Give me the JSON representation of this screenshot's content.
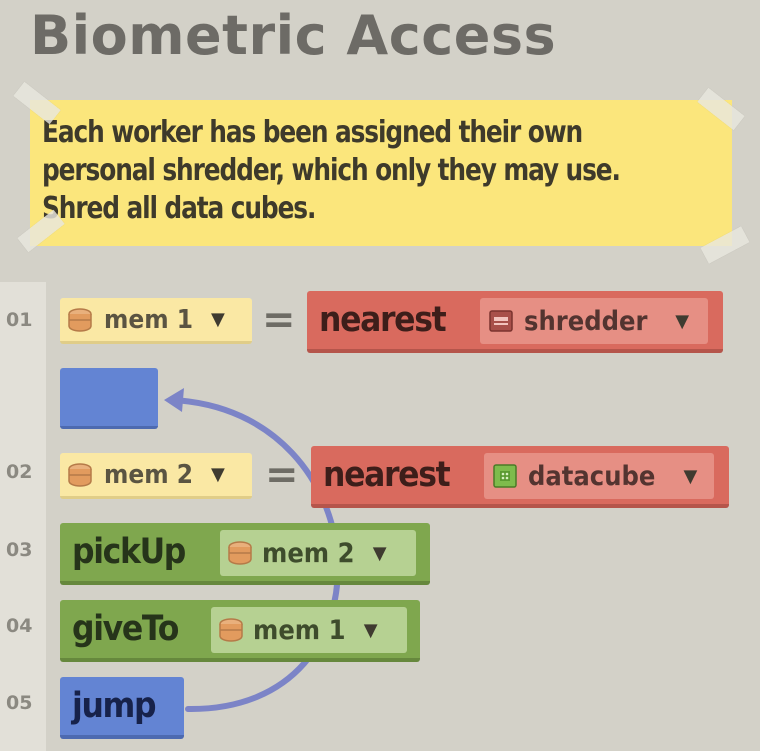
{
  "level": {
    "title": "Biometric Access",
    "instructions": [
      "Each worker has been assigned their own",
      "personal shredder, which only they may use.",
      "Shred all data cubes."
    ]
  },
  "line_numbers": [
    "01",
    "02",
    "03",
    "04",
    "05"
  ],
  "program": {
    "line1": {
      "var": "mem 1",
      "op": "=",
      "func": "nearest",
      "object": "shredder"
    },
    "line2": {
      "var": "mem 2",
      "op": "=",
      "func": "nearest",
      "object": "datacube"
    },
    "line3": {
      "command": "pickUp",
      "arg": "mem 2"
    },
    "line4": {
      "command": "giveTo",
      "arg": "mem 1"
    },
    "line5": {
      "command": "jump"
    }
  },
  "icons": {
    "memory": "memory-slot-icon",
    "shredder": "shredder-icon",
    "datacube": "datacube-icon",
    "dropdown": "dropdown-arrow-icon"
  },
  "colors": {
    "background": "#d3d1c8",
    "note": "#fbe67c",
    "variable": "#fae8a4",
    "nearest": "#d96a5e",
    "command": "#7fa74e",
    "jump": "#6384d3",
    "jump_arrow": "#7c84c7"
  },
  "glyphs": {
    "dropdown": "▼"
  }
}
